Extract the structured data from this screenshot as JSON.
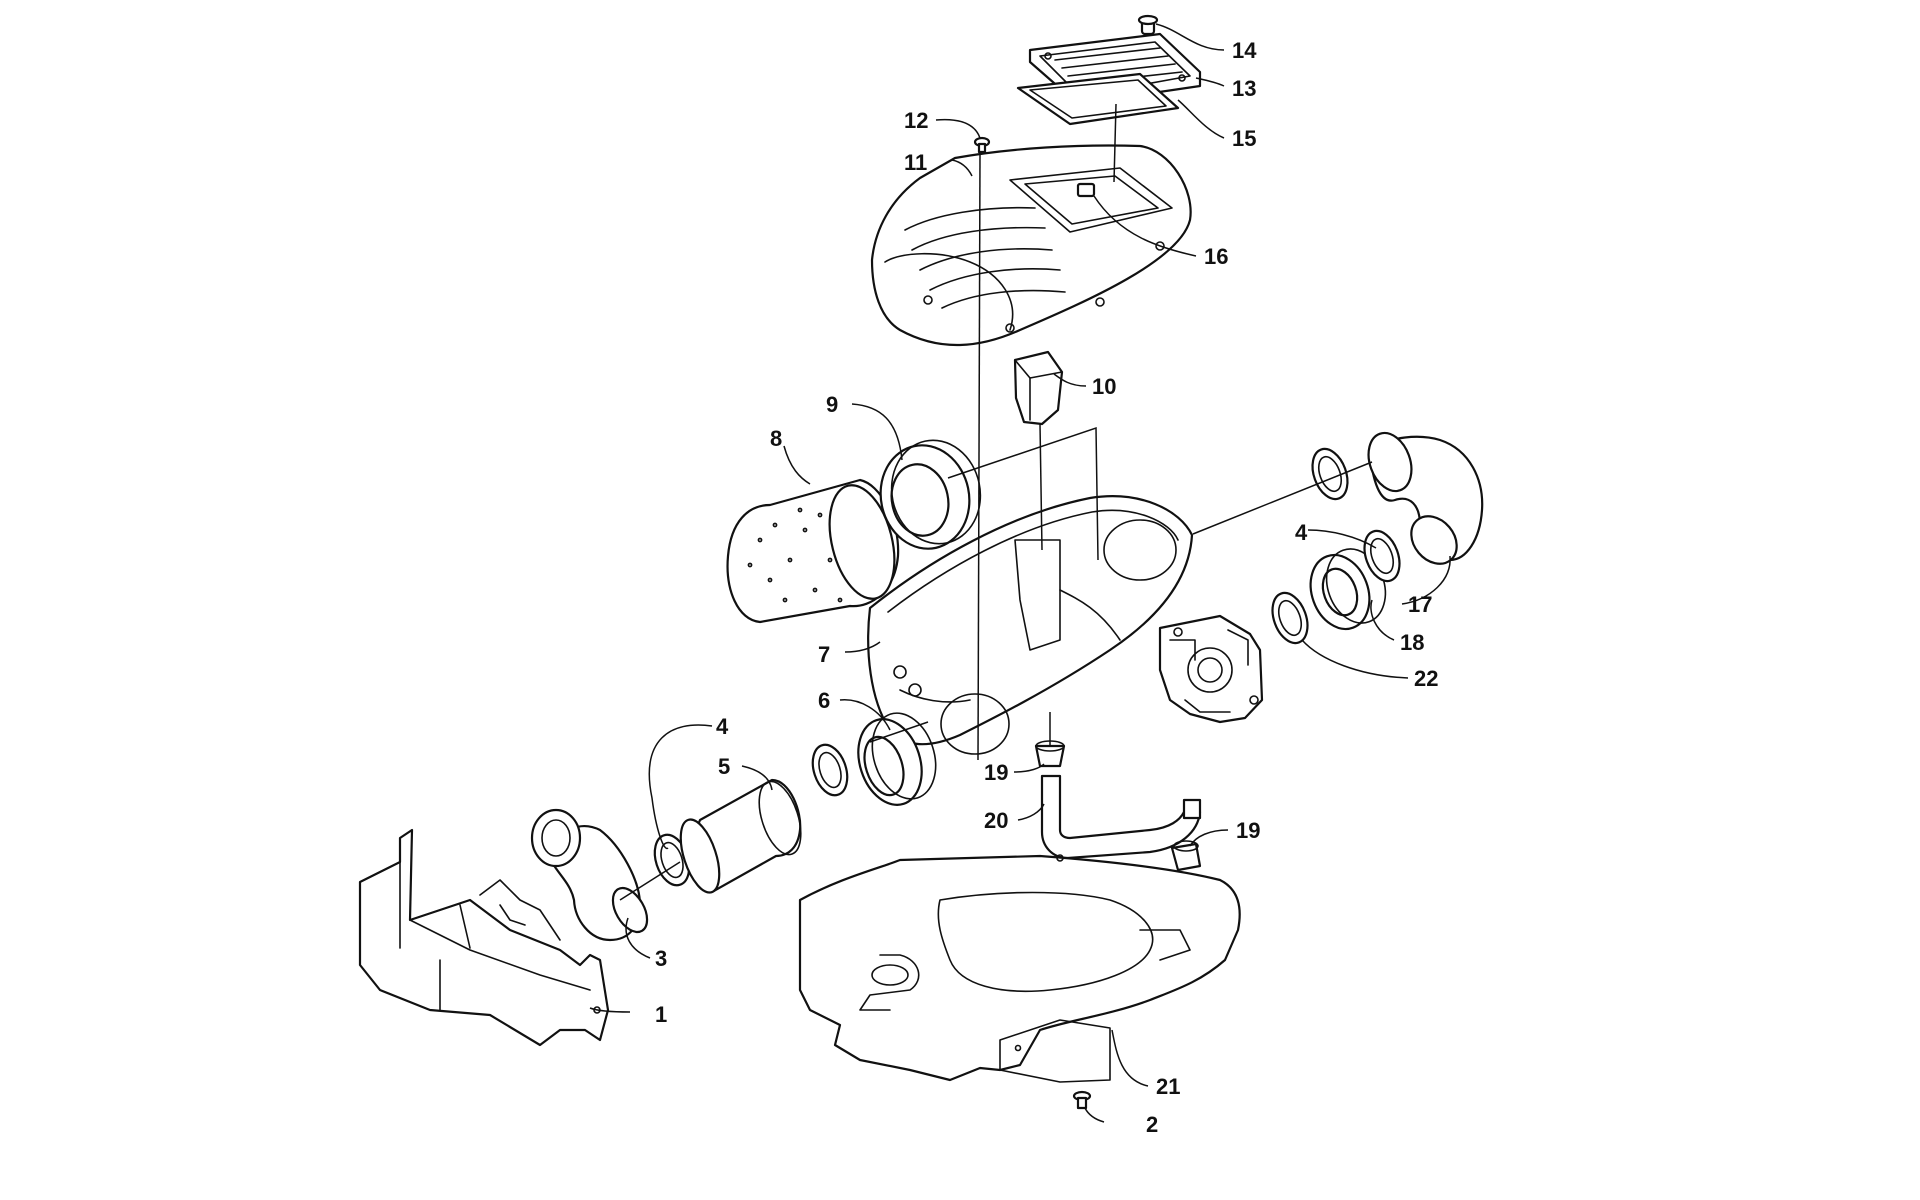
{
  "callouts": [
    {
      "id": "1",
      "label": "1"
    },
    {
      "id": "2",
      "label": "2"
    },
    {
      "id": "3",
      "label": "3"
    },
    {
      "id": "4a",
      "label": "4"
    },
    {
      "id": "4b",
      "label": "4"
    },
    {
      "id": "5",
      "label": "5"
    },
    {
      "id": "6",
      "label": "6"
    },
    {
      "id": "7",
      "label": "7"
    },
    {
      "id": "8",
      "label": "8"
    },
    {
      "id": "9",
      "label": "9"
    },
    {
      "id": "10",
      "label": "10"
    },
    {
      "id": "11",
      "label": "11"
    },
    {
      "id": "12",
      "label": "12"
    },
    {
      "id": "13",
      "label": "13"
    },
    {
      "id": "14",
      "label": "14"
    },
    {
      "id": "15",
      "label": "15"
    },
    {
      "id": "16",
      "label": "16"
    },
    {
      "id": "17",
      "label": "17"
    },
    {
      "id": "18",
      "label": "18"
    },
    {
      "id": "19a",
      "label": "19"
    },
    {
      "id": "19b",
      "label": "19"
    },
    {
      "id": "20",
      "label": "20"
    },
    {
      "id": "21",
      "label": "21"
    },
    {
      "id": "22",
      "label": "22"
    }
  ],
  "colors": {
    "ink": "#111111",
    "background": "#ffffff"
  }
}
